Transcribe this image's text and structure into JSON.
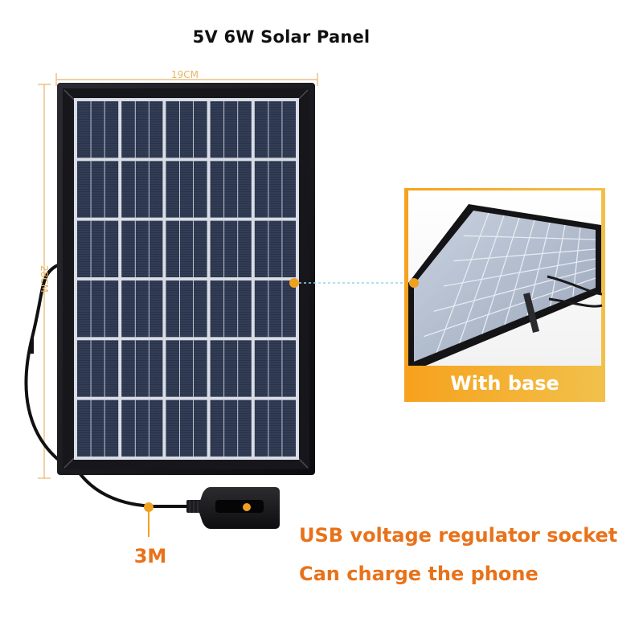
{
  "product": {
    "title": "5V 6W Solar Panel"
  },
  "dimensions": {
    "width_label": "19CM",
    "height_label": "28CM"
  },
  "inset": {
    "caption": "With base"
  },
  "annotations": {
    "cable_length": "3M",
    "socket_label": "USB voltage regulator socket",
    "charge_label": "Can charge the phone"
  },
  "colors": {
    "accent_orange": "#e8721a",
    "dimension_tan": "#e8b468",
    "panel_frame": "#1a1a1e",
    "cell_blue": "#2f3a52",
    "caption_bar": "#f0a020"
  }
}
